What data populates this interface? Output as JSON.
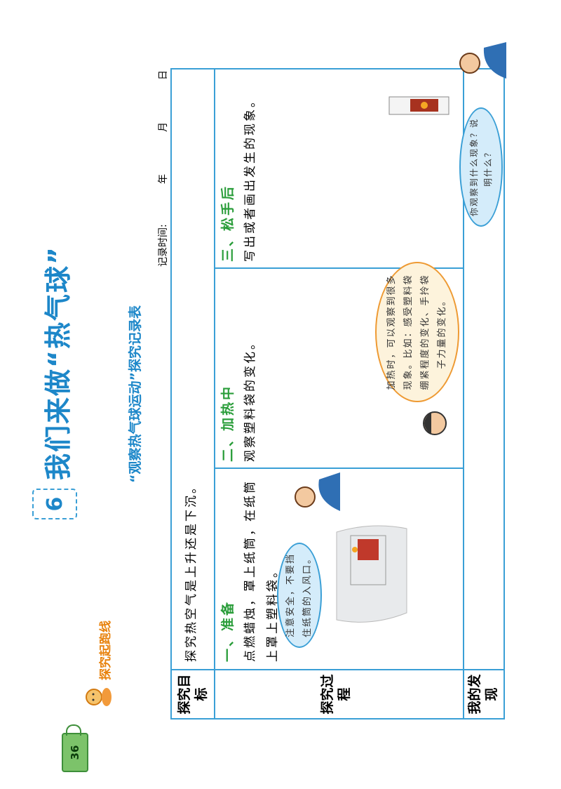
{
  "page": {
    "number": "36",
    "section": "探究起跑线"
  },
  "lesson": {
    "number": "6",
    "title": "我们来做“热气球”",
    "subtitle": "“观察热气球运动”探究记录表"
  },
  "record_time": {
    "label": "记录时间:",
    "year": "年",
    "month": "月",
    "day": "日"
  },
  "table": {
    "goal": {
      "label": "探究目标",
      "text": "探究热空气是上升还是下沉。"
    },
    "process": {
      "label": "探究过程",
      "steps": [
        {
          "heading": "一、准备",
          "text": "点燃蜡烛，罩上纸筒，在纸筒上罩上塑料袋。",
          "tip": "注意安全，不要挡住纸筒的入风口。"
        },
        {
          "heading": "二、加热中",
          "text": "观察塑料袋的变化。",
          "tip": "加热时，可以观察到很多现象。比如：感受塑料袋绷紧程度的变化、手拎袋子力量的变化。"
        },
        {
          "heading": "三、松手后",
          "text": "写出或者画出发生的现象。"
        }
      ]
    },
    "finding": {
      "label": "我的发现",
      "tip": "你观察到什么现象？说明什么？"
    }
  }
}
